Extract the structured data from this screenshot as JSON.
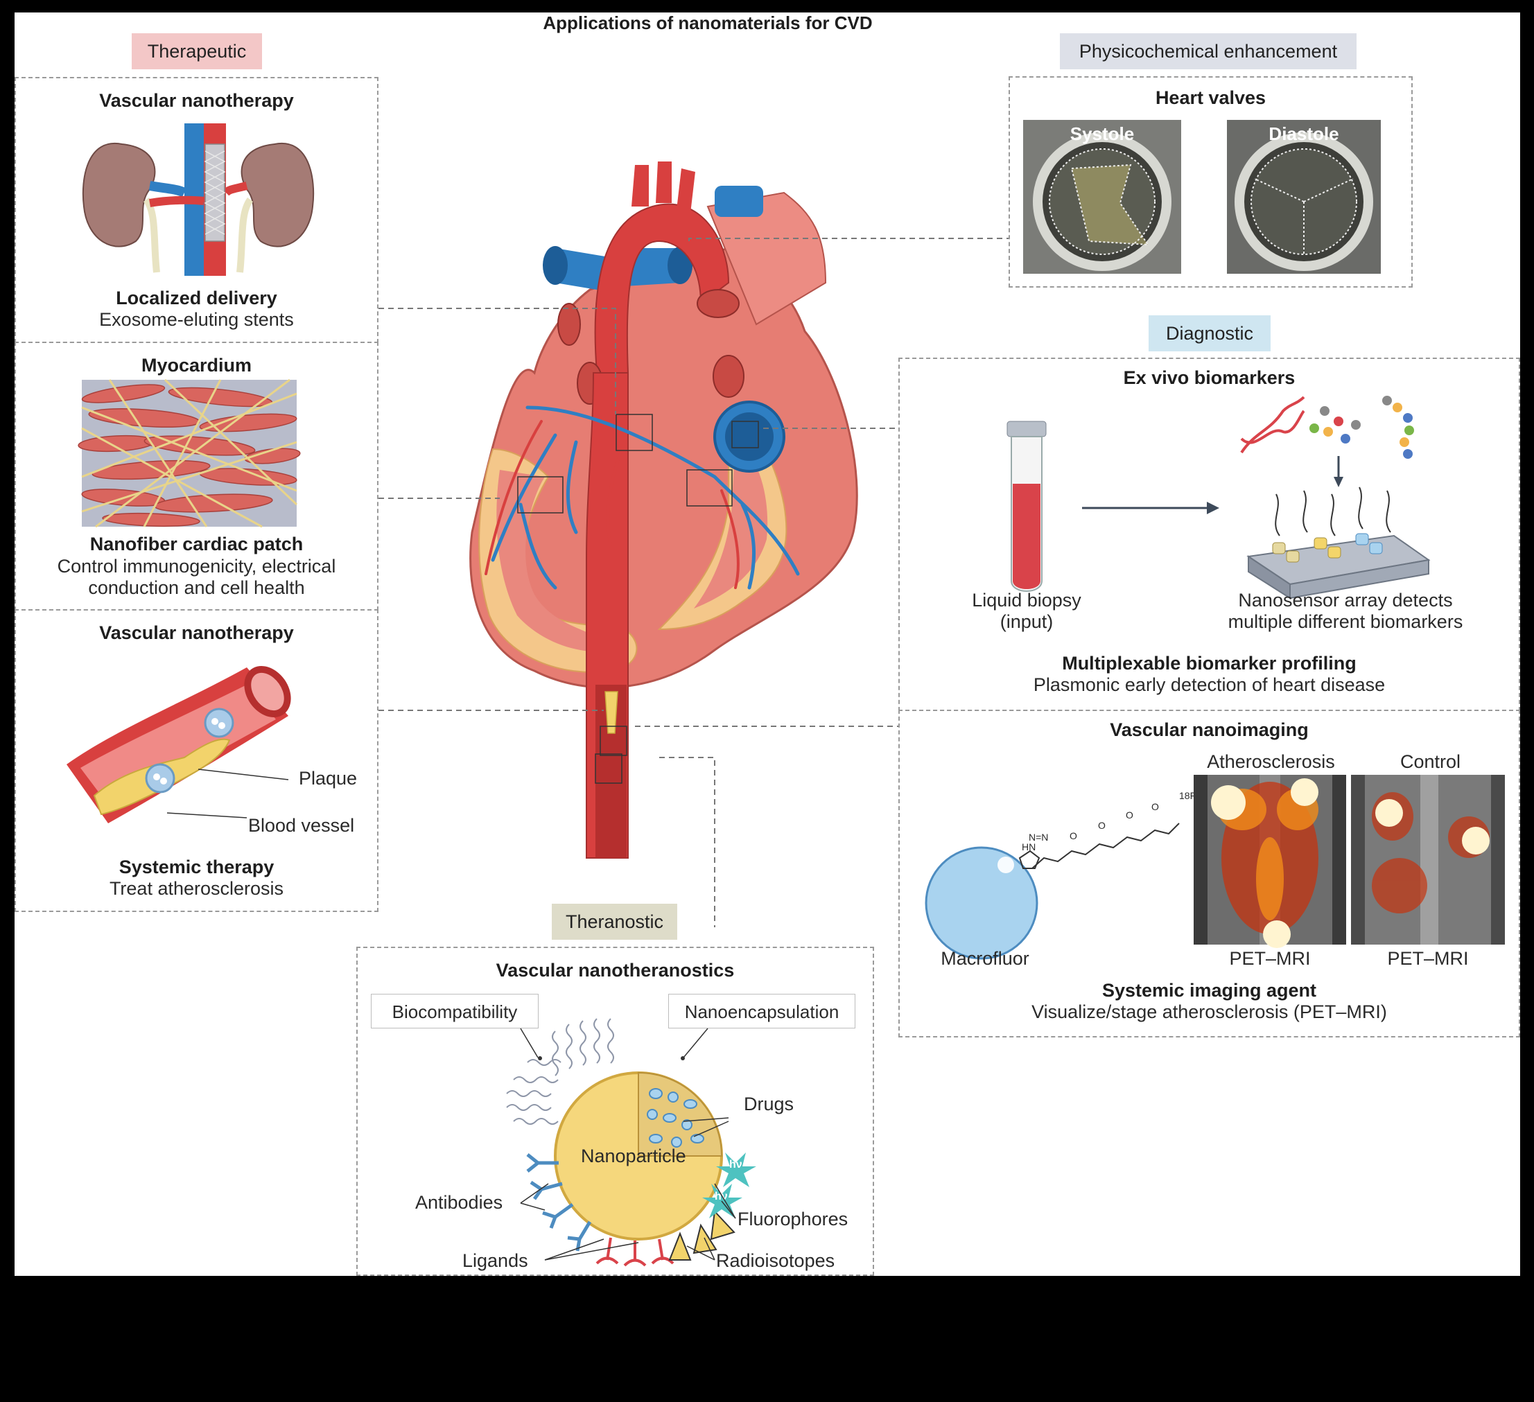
{
  "title": "Applications of nanomaterials for CVD",
  "sections": {
    "therapeutic": {
      "label": "Therapeutic",
      "color": "#f3c7c7",
      "panels": [
        {
          "heading": "Vascular nanotherapy",
          "caption_bold": "Localized delivery",
          "caption": "Exosome-eluting stents"
        },
        {
          "heading": "Myocardium",
          "caption_bold": "Nanofiber cardiac patch",
          "caption_line1": "Control immunogenicity, electrical",
          "caption_line2": "conduction and cell health"
        },
        {
          "heading": "Vascular nanotherapy",
          "labels": [
            "Plaque",
            "Blood vessel"
          ],
          "caption_bold": "Systemic therapy",
          "caption": "Treat atherosclerosis"
        }
      ]
    },
    "physicochemical": {
      "label": "Physicochemical enhancement",
      "color": "#dde0e8",
      "heading": "Heart valves",
      "images": [
        "Systole",
        "Diastole"
      ]
    },
    "diagnostic": {
      "label": "Diagnostic",
      "color": "#cfe6f1",
      "biomarkers": {
        "heading": "Ex vivo biomarkers",
        "left_line1": "Liquid biopsy",
        "left_line2": "(input)",
        "right_line1": "Nanosensor array detects",
        "right_line2": "multiple different biomarkers",
        "caption_bold": "Multiplexable biomarker profiling",
        "caption": "Plasmonic early detection of heart disease"
      },
      "imaging": {
        "heading": "Vascular nanoimaging",
        "image_titles": [
          "Atherosclerosis",
          "Control"
        ],
        "image_captions": [
          "PET–MRI",
          "PET–MRI"
        ],
        "sphere_label": "Macrofluor",
        "chem_labels": [
          "N=N",
          "HN",
          "O",
          "O",
          "O",
          "O",
          "18F"
        ],
        "caption_bold": "Systemic imaging agent",
        "caption": "Visualize/stage atherosclerosis (PET–MRI)"
      }
    },
    "theranostic": {
      "label": "Theranostic",
      "color": "#dedcc9",
      "heading": "Vascular nanotheranostics",
      "center": "Nanoparticle",
      "boxes": [
        "Biocompatibility",
        "Nanoencapsulation"
      ],
      "labels": [
        "Drugs",
        "Antibodies",
        "Fluorophores",
        "Ligands",
        "Radioisotopes"
      ],
      "hv": "hν"
    }
  },
  "colors": {
    "artery": "#d8403f",
    "vein": "#2f7fc3",
    "heart": "#e67d73",
    "fat": "#f4c78a",
    "nanoparticle": "#f5d77c"
  }
}
